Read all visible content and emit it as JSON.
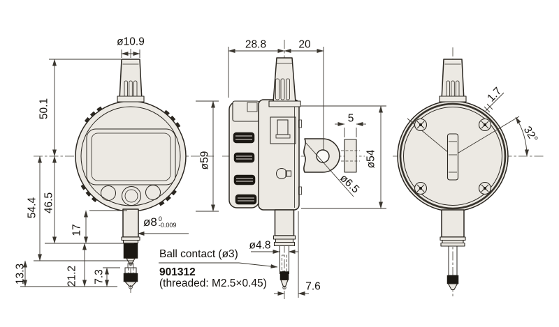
{
  "front_view": {
    "stem_diameter": "ø10.9",
    "stem_top_to_center": "50.1",
    "center_to_stem_end": "46.5",
    "center_to_contact_tip": "54.4",
    "stem_length": "17",
    "contact_travel": "13.3",
    "stem_end_to_tip": "21.2",
    "contact_point_length": "7.3",
    "spindle_diameter": "ø8",
    "spindle_tolerance_upper": "0",
    "spindle_tolerance_lower": "-0.009",
    "bezel_diameter": "ø59"
  },
  "side_view": {
    "depth_front": "28.8",
    "depth_back": "20",
    "lug_thickness": "5",
    "body_diameter": "ø54",
    "lug_hole_diameter": "ø6.5",
    "spindle_diameter": "ø4.8",
    "center_to_back": "7.6"
  },
  "back_view": {
    "ring_lip": "1.7",
    "clamp_angle": "32°"
  },
  "callout": {
    "ball_contact": "Ball contact (ø3)",
    "part_number": "901312",
    "thread_spec": "(threaded: M2.5×0.45)"
  }
}
